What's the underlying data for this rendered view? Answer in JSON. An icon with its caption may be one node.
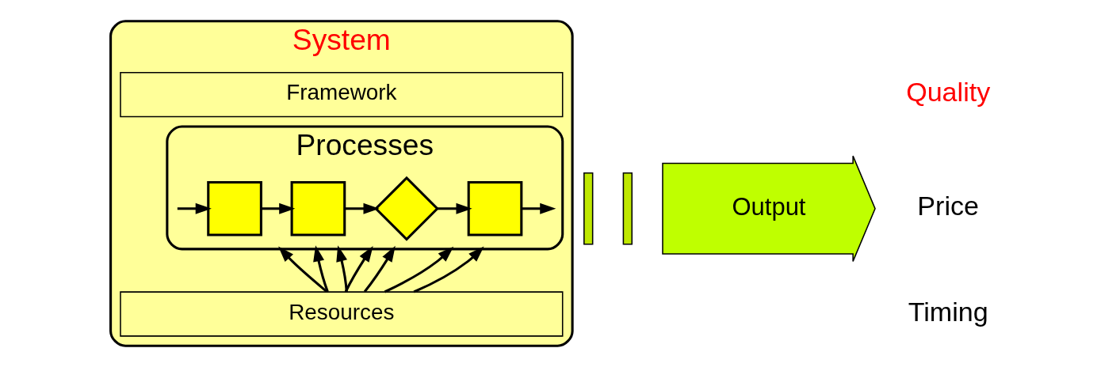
{
  "diagram": {
    "nodes": [
      {
        "text": [
          "System"
        ]
      },
      {
        "text": [
          "Framework"
        ],
        "in": 0
      },
      {
        "text": [
          "Processes"
        ],
        "in": 0
      },
      {
        "text": [
          "Resources"
        ],
        "in": 0
      },
      {
        "text": [],
        "shape": "box",
        "in": 2
      },
      {
        "text": [],
        "shape": "box",
        "in": 2
      },
      {
        "text": [],
        "shape": "diamond",
        "in": 2
      },
      {
        "text": [],
        "shape": "box",
        "in": 2
      },
      {
        "text": [],
        "shape": "bar"
      },
      {
        "text": [],
        "shape": "bar"
      },
      {
        "text": [
          "Output"
        ]
      }
    ],
    "edges": [
      {
        "from": null,
        "to": 4,
        "arrow": "to"
      },
      {
        "from": 4,
        "to": 5,
        "arrow": "to"
      },
      {
        "from": 5,
        "to": 6,
        "arrow": "to"
      },
      {
        "from": 6,
        "to": 7,
        "arrow": "to"
      },
      {
        "from": 7,
        "to": null,
        "arrow": "to"
      },
      {
        "from": 3,
        "to": 2,
        "arrow": "to"
      },
      {
        "from": 3,
        "to": 2,
        "arrow": "to"
      },
      {
        "from": 3,
        "to": 2,
        "arrow": "to"
      },
      {
        "from": 3,
        "to": 2,
        "arrow": "to"
      },
      {
        "from": 3,
        "to": 2,
        "arrow": "to"
      },
      {
        "from": 3,
        "to": 2,
        "arrow": "to"
      },
      {
        "from": 3,
        "to": 2,
        "arrow": "to"
      }
    ],
    "labels": [
      "Quality",
      "Price",
      "Timing"
    ]
  }
}
